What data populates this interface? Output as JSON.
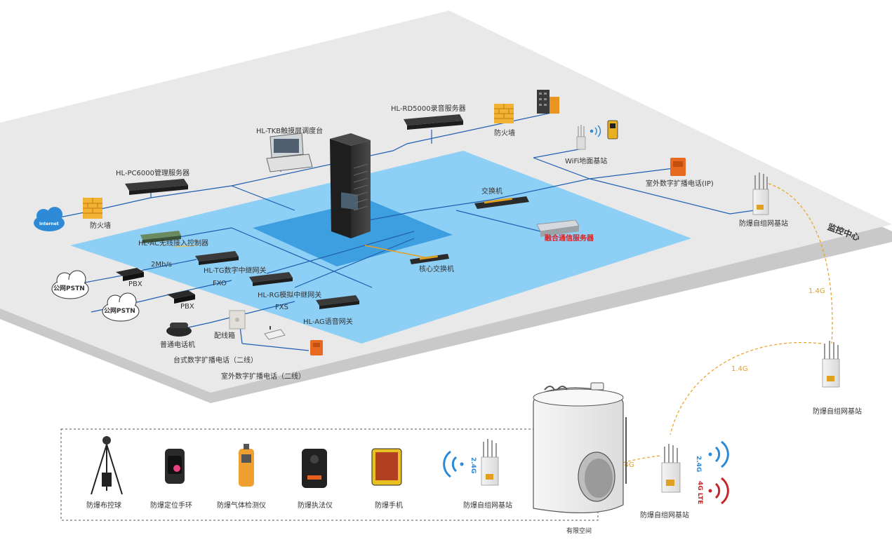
{
  "labels": {
    "internet": "Internet",
    "firewall_left": "防火墙",
    "firewall_right": "防火墙",
    "pc6000": "HL-PC6000管理服务器",
    "tkb": "HL-TKB触摸屏调度台",
    "rd5000": "HL-RD5000录音服务器",
    "wifi_ground": "WiFi地面基站",
    "outdoor_ip_phone": "室外数字扩播电话(IP)",
    "switch": "交换机",
    "fusion_server": "融合通信服务器",
    "core_switch": "核心交换机",
    "monitor_center": "监控中心",
    "ac_controller": "HL-AC无线接入控制器",
    "rate_2mbs": "2Mb/s",
    "tg_gateway": "HL-TG数字中继网关",
    "fxo": "FXO",
    "rg_gateway": "HL-RG模拟中继网关",
    "fxs": "FXS",
    "ag_gateway": "HL-AG语音网关",
    "pstn1": "公网PSTN",
    "pbx1": "PBX",
    "pstn2": "公网PSTN",
    "pbx2": "PBX",
    "ordinary_phone": "普通电话机",
    "distribution_box": "配线箱",
    "desktop_phone": "台式数字扩播电话（二线）",
    "outdoor_phone_2wire": "室外数字扩播电话（二线）",
    "ex_base_station_1": "防爆自组网基站",
    "ex_base_station_2": "防爆自组网基站",
    "ex_base_station_3": "防爆自组网基站",
    "link_14g_1": "1.4G",
    "link_14g_2": "1.4G",
    "link_14g_3": "1.4G",
    "confined_space": "有限空间",
    "band_24g": "2.4G",
    "band_4glte": "4G LTE",
    "band_24g_left": "2.4G"
  },
  "devices": [
    {
      "id": "ptz",
      "label": "防爆布控球"
    },
    {
      "id": "bracelet",
      "label": "防爆定位手环"
    },
    {
      "id": "gas_detector",
      "label": "防爆气体检测仪"
    },
    {
      "id": "body_cam",
      "label": "防爆执法仪"
    },
    {
      "id": "phone",
      "label": "防爆手机"
    },
    {
      "id": "base_station",
      "label": "防爆自组网基站"
    }
  ],
  "colors": {
    "floor": "#e9e9e9",
    "floor_edge": "#c8c8c8",
    "light_blue": "#8ecff5",
    "mid_blue": "#3d9fe0",
    "line_blue": "#1f5fb0",
    "orange_link": "#e8a020",
    "red_text": "#e02020",
    "wifi_blue": "#2a8ad8",
    "lte_red": "#c0282a"
  },
  "icons": {
    "internet": "cloud-icon",
    "firewall": "brick-wall-icon",
    "server": "rack-server-icon",
    "cabinet": "server-cabinet-icon",
    "building": "building-icon",
    "wifi": "wifi-signal-icon",
    "antenna": "base-station-icon"
  }
}
